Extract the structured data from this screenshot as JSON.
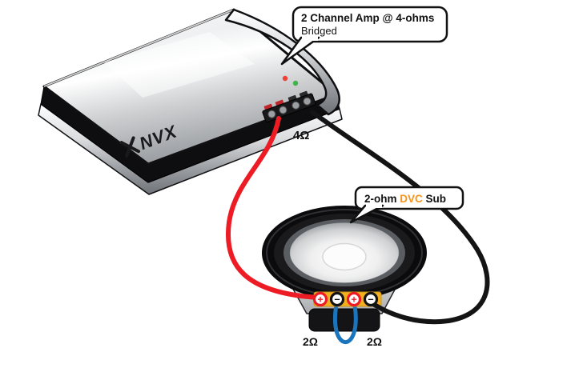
{
  "diagram": {
    "amp": {
      "brand": "NVX",
      "impedance_label": "4Ω",
      "callout": {
        "line1": "2 Channel Amp @ 4-ohms",
        "line2": "Bridged"
      },
      "leds": [
        {
          "name": "power-led",
          "color": "#ef4136"
        },
        {
          "name": "status-led",
          "color": "#3cb54a"
        }
      ]
    },
    "sub": {
      "callout": {
        "prefix": "2-ohm ",
        "highlight": "DVC",
        "suffix": " Sub"
      },
      "coil_left_label": "2Ω",
      "coil_right_label": "2Ω",
      "terminal_symbols": [
        "+",
        "−",
        "+",
        "−"
      ]
    },
    "colors": {
      "wire_positive_red": "#ed1c24",
      "wire_negative_black": "#141414",
      "jumper_blue": "#1b75bc",
      "terminal_plate_yellow": "#f2b01e",
      "dvc_orange": "#f7941d"
    }
  }
}
